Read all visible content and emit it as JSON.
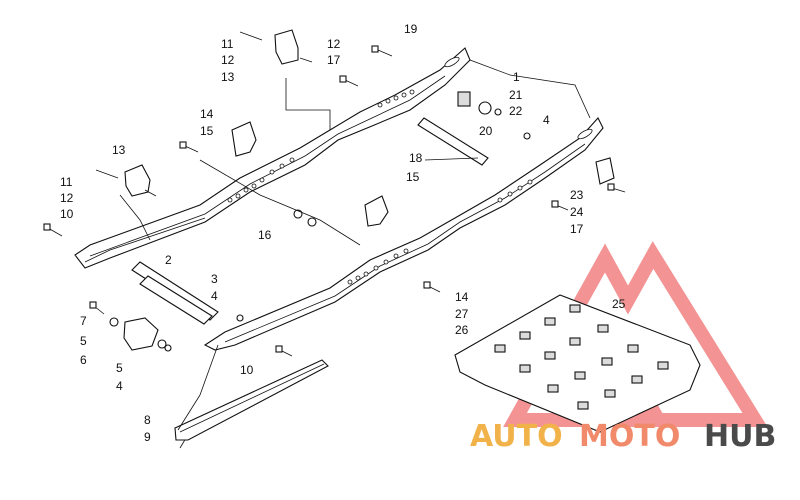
{
  "callouts": [
    "11",
    "12",
    "13",
    "12",
    "17",
    "19",
    "1",
    "21",
    "22",
    "20",
    "4",
    "14",
    "15",
    "18",
    "13",
    "11",
    "12",
    "10",
    "15",
    "16",
    "23",
    "24",
    "17",
    "2",
    "3",
    "4",
    "14",
    "25",
    "27",
    "26",
    "7",
    "5",
    "6",
    "5",
    "4",
    "10",
    "8",
    "9"
  ],
  "watermark": {
    "part1": "AUTO",
    "part2": "MOTO",
    "part3": "HUB",
    "colors": {
      "triangle": "#ef6f6f",
      "auto": "#f2b24a",
      "moto": "#f08a6a",
      "hub": "#4a4a4a"
    }
  }
}
